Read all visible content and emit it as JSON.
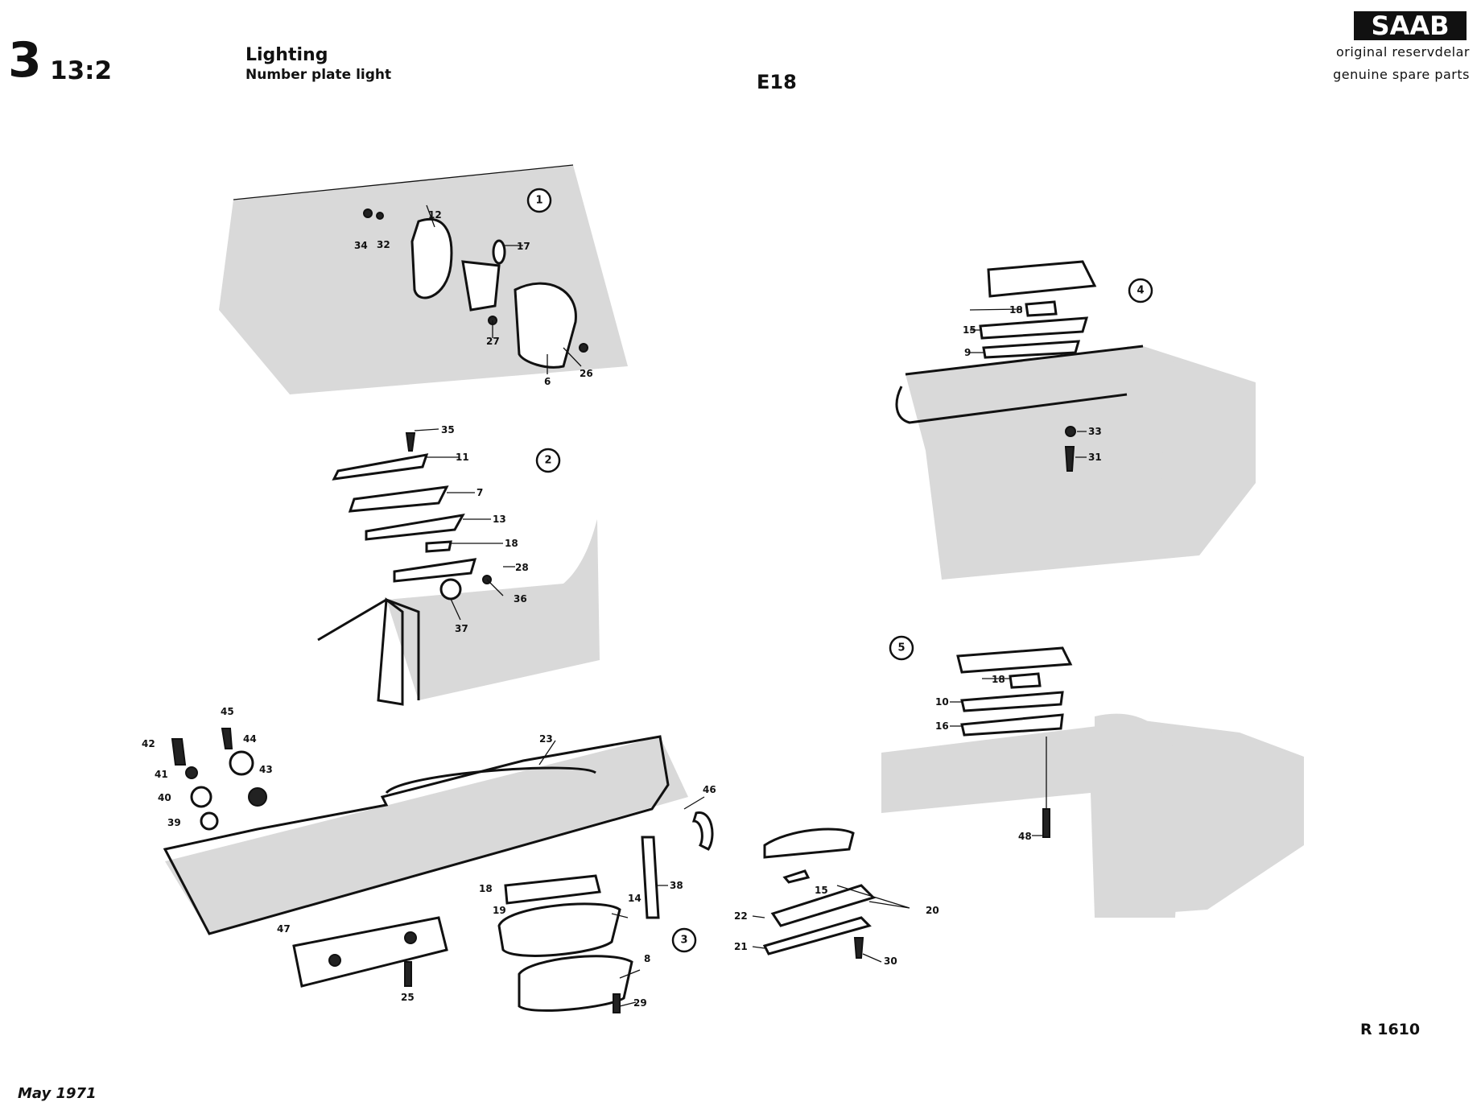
{
  "header": {
    "section_major": "3",
    "section_minor": "13:2",
    "title": "Lighting",
    "subtitle": "Number plate light",
    "model_code": "E18",
    "brand": "SAAB",
    "tagline_1": "original reservdelar",
    "tagline_2": "genuine spare parts"
  },
  "footer": {
    "reference": "R 1610",
    "date": "May 1971"
  },
  "variants": [
    {
      "number": "1"
    },
    {
      "number": "2"
    },
    {
      "number": "3"
    },
    {
      "number": "4"
    },
    {
      "number": "5"
    }
  ],
  "parts": {
    "v1": [
      "34",
      "32",
      "12",
      "17",
      "27",
      "6",
      "26"
    ],
    "v2": [
      "35",
      "11",
      "7",
      "13",
      "18",
      "28",
      "36",
      "37"
    ],
    "v3": [
      "45",
      "42",
      "44",
      "41",
      "43",
      "40",
      "39",
      "23",
      "46",
      "18",
      "38",
      "19",
      "14",
      "47",
      "25",
      "8",
      "29",
      "22",
      "20",
      "21",
      "30",
      "15"
    ],
    "v4": [
      "18",
      "15",
      "9",
      "33",
      "31"
    ],
    "v5": [
      "18",
      "10",
      "16",
      "48"
    ]
  },
  "colors": {
    "ink": "#111111",
    "shading": "#d9d9d9",
    "paper": "#ffffff"
  }
}
